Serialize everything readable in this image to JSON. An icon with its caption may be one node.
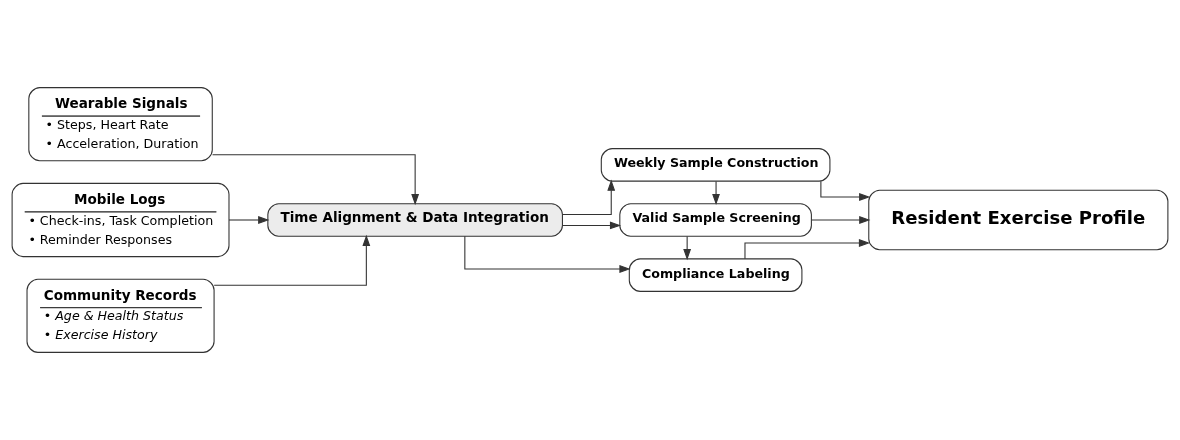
{
  "diagram": {
    "nodes": [
      {
        "text": [
          "Wearable Signals",
          "• Steps, Heart Rate",
          "• Acceleration, Duration"
        ]
      },
      {
        "text": [
          "Mobile Logs",
          "• Check-ins, Task Completion",
          "• Reminder Responses"
        ]
      },
      {
        "text": [
          "Community Records",
          "• Age & Health Status",
          "• Exercise History"
        ]
      },
      {
        "text": [
          "Time Alignment & Data Integration"
        ]
      },
      {
        "text": [
          "Weekly Sample Construction"
        ]
      },
      {
        "text": [
          "Valid Sample Screening"
        ]
      },
      {
        "text": [
          "Compliance Labeling"
        ]
      },
      {
        "text": [
          "Resident Exercise Profile"
        ]
      }
    ],
    "edges": [
      {
        "from": 0,
        "to": 3,
        "arrow": "to"
      },
      {
        "from": 1,
        "to": 3,
        "arrow": "to"
      },
      {
        "from": 2,
        "to": 3,
        "arrow": "to"
      },
      {
        "from": 3,
        "to": 4,
        "arrow": "to"
      },
      {
        "from": 3,
        "to": 5,
        "arrow": "to"
      },
      {
        "from": 3,
        "to": 6,
        "arrow": "to"
      },
      {
        "from": 4,
        "to": 5,
        "arrow": "to"
      },
      {
        "from": 5,
        "to": 6,
        "arrow": "to"
      },
      {
        "from": 4,
        "to": 7,
        "arrow": "to"
      },
      {
        "from": 5,
        "to": 7,
        "arrow": "to"
      },
      {
        "from": 6,
        "to": 7,
        "arrow": "to"
      }
    ]
  }
}
